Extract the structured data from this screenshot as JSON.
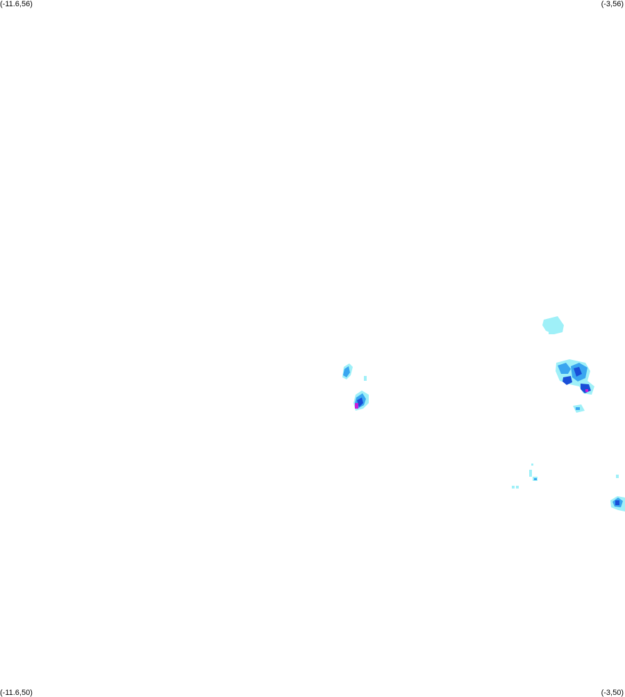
{
  "corners": {
    "top_left": "(-11.6,56)",
    "top_right": "(-3,56)",
    "bottom_left": "(-11.6,50)",
    "bottom_right": "(-3,50)"
  },
  "colors": {
    "light": "#9ff0f8",
    "medium": "#3aa6f0",
    "strong": "#1a4fd8",
    "peak": "#c81ed8"
  }
}
